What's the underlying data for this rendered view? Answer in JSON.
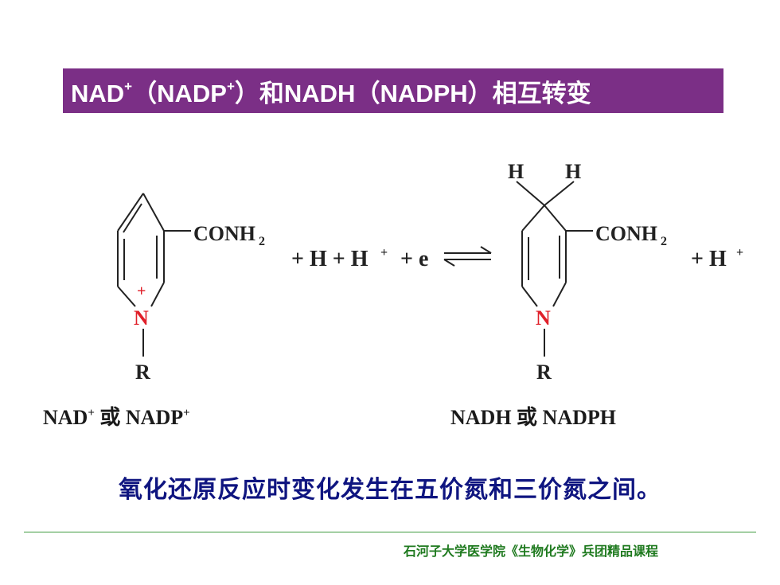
{
  "title": {
    "nad": "NAD",
    "sup_plus": "+",
    "open1": "（NADP",
    "close1": "）和NADH（NADPH）相互转变"
  },
  "left_molecule": {
    "substituent": "CONH",
    "subscript": "2",
    "charge": "+",
    "nitrogen": "N",
    "r_group": "R"
  },
  "right_molecule": {
    "h_left": "H",
    "h_right": "H",
    "substituent": "CONH",
    "subscript": "2",
    "nitrogen": "N",
    "r_group": "R"
  },
  "equation": {
    "reactants": "+ H + H",
    "sup": "+",
    "electron": "+ e",
    "product": "+ H"
  },
  "captions": {
    "left_a": "NAD",
    "left_sup": "+",
    "left_b": " 或 NADP",
    "right": "NADH 或 NADPH"
  },
  "statement": "氧化还原反应时变化发生在五价氮和三价氮之间。",
  "footer": "石河子大学医学院《生物化学》兵团精品课程",
  "colors": {
    "title_bg": "#7b2f86",
    "statement": "#0f1580",
    "footer": "#1f7a1f",
    "nitrogen": "#e0202a",
    "divider": "#3f9a3f"
  }
}
